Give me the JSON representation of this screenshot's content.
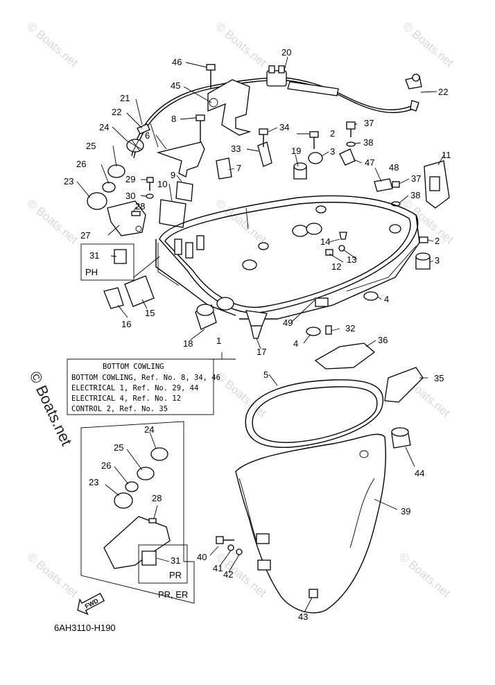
{
  "watermark": {
    "text": "© Boats.net",
    "side_text": "© Boats.net"
  },
  "info_box": {
    "title": "BOTTOM COWLING",
    "lines": [
      "BOTTOM  COWLING, Ref. No. 8, 34, 46",
      "ELECTRICAL 1,  Ref. No. 29, 44",
      "ELECTRICAL 4,  Ref. No. 12",
      "CONTROL 2,  Ref. No. 35"
    ]
  },
  "inset_ph": {
    "label": "PH",
    "part": "31"
  },
  "inset_pr": {
    "label": "PR",
    "part": "31"
  },
  "inset_pr_er": {
    "label": "PR, ER"
  },
  "fwd": {
    "label": "FWD"
  },
  "figure_code": "6AH3110-H190",
  "callouts": [
    "1",
    "2",
    "3",
    "4",
    "5",
    "6",
    "7",
    "8",
    "9",
    "10",
    "11",
    "12",
    "13",
    "14",
    "15",
    "16",
    "17",
    "18",
    "19",
    "20",
    "21",
    "22",
    "23",
    "24",
    "25",
    "26",
    "27",
    "28",
    "29",
    "30",
    "31",
    "32",
    "33",
    "34",
    "35",
    "36",
    "37",
    "38",
    "39",
    "40",
    "41",
    "42",
    "43",
    "44",
    "45",
    "46",
    "47",
    "48",
    "49"
  ]
}
